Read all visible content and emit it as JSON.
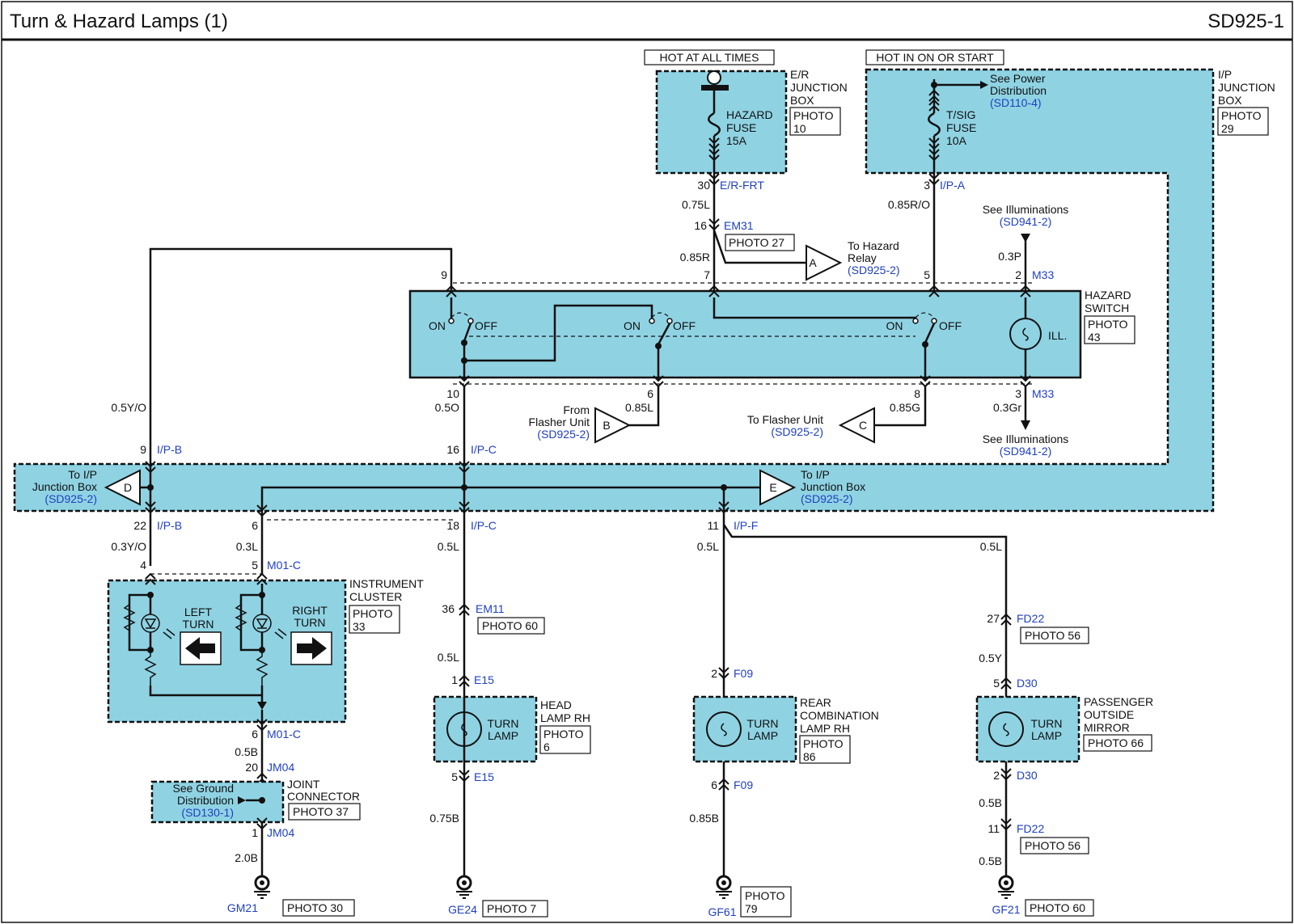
{
  "header": {
    "title": "Turn & Hazard Lamps (1)",
    "code": "SD925-1"
  },
  "power": {
    "hot_at_all_times": "HOT AT ALL TIMES",
    "hot_in_on_or_start": "HOT IN ON OR START",
    "er_box": [
      "E/R",
      "JUNCTION",
      "BOX"
    ],
    "er_photo": [
      "PHOTO",
      "10"
    ],
    "hazard_fuse": [
      "HAZARD",
      "FUSE",
      "15A"
    ],
    "ip_box": [
      "I/P",
      "JUNCTION",
      "BOX"
    ],
    "ip_photo": [
      "PHOTO",
      "29"
    ],
    "tsig_fuse": [
      "T/SIG",
      "FUSE",
      "10A"
    ],
    "see_power": [
      "See Power",
      "Distribution"
    ],
    "see_power_ref": "(SD110-4)"
  },
  "wires": {
    "hazard_feed": {
      "pin_top": "30",
      "conn_top": "E/R-FRT",
      "color1": "0.75L",
      "pin_mid": "16",
      "conn_mid": "EM31",
      "photo_mid": "PHOTO 27",
      "color2": "0.85R",
      "pin_sw": "7"
    },
    "tsig_feed": {
      "pin_top": "3",
      "conn_top": "I/P-A",
      "color": "0.85R/O",
      "pin_sw": "5"
    },
    "illum_in": {
      "see": "See Illuminations",
      "ref": "(SD941-2)",
      "color": "0.3P",
      "pin": "2",
      "conn": "M33"
    },
    "illum_out": {
      "pin": "3",
      "conn": "M33",
      "color": "0.3Gr",
      "see": "See Illuminations",
      "ref": "(SD941-2)"
    },
    "pin9": "9",
    "pin10": "10",
    "color10": "0.5O",
    "pin6": "6",
    "color6": "0.85L",
    "pin8": "8",
    "color8": "0.85G",
    "left_main": {
      "color": "0.5Y/O",
      "pin": "9",
      "conn": "I/P-B"
    },
    "ipc16": {
      "pin": "16",
      "conn": "I/P-C"
    },
    "ipb22": {
      "pin": "22",
      "conn": "I/P-B",
      "color": "0.3Y/O",
      "pin_ic": "4"
    },
    "m01c5": {
      "pin": "6",
      "color": "0.3L",
      "pin_ic": "5",
      "conn_ic": "M01-C"
    },
    "ipc18": {
      "pin": "18",
      "conn": "I/P-C",
      "color1": "0.5L",
      "pin2": "36",
      "conn2": "EM11",
      "photo2": "PHOTO 60",
      "color2": "0.5L",
      "pin3": "1",
      "conn3": "E15",
      "pin4": "5",
      "conn4": "E15",
      "color4": "0.75B",
      "ground": "GE24",
      "ground_photo": "PHOTO 7"
    },
    "ipf11": {
      "pin": "11",
      "conn": "I/P-F",
      "color1": "0.5L",
      "pin2": "2",
      "conn2": "F09",
      "pin3": "6",
      "conn3": "F09",
      "color3": "0.85B",
      "ground": "GF61",
      "ground_photo": [
        "PHOTO",
        "79"
      ]
    },
    "right": {
      "color1": "0.5L",
      "pin2": "27",
      "conn2": "FD22",
      "photo2": "PHOTO 56",
      "color2": "0.5Y",
      "pin3": "5",
      "conn3": "D30",
      "pin4": "2",
      "conn4": "D30",
      "color4": "0.5B",
      "pin5": "11",
      "conn5": "FD22",
      "photo5": "PHOTO 56",
      "color5": "0.5B",
      "ground": "GF21",
      "ground_photo": "PHOTO 60"
    },
    "cluster_out": {
      "pin": "6",
      "conn": "M01-C",
      "color": "0.5B",
      "pin2": "20",
      "conn2": "JM04",
      "pin3": "1",
      "conn3": "JM04",
      "color3": "2.0B",
      "ground": "GM21",
      "ground_photo": "PHOTO 30"
    }
  },
  "hazard_switch": {
    "label": [
      "HAZARD",
      "SWITCH"
    ],
    "photo": [
      "PHOTO",
      "43"
    ],
    "on": "ON",
    "off": "OFF",
    "ill": "ILL."
  },
  "references": {
    "A": {
      "letter": "A",
      "text": [
        "To Hazard",
        "Relay"
      ],
      "ref": "(SD925-2)"
    },
    "B": {
      "letter": "B",
      "text": [
        "From",
        "Flasher Unit"
      ],
      "ref": "(SD925-2)"
    },
    "C": {
      "letter": "C",
      "text": "To Flasher Unit",
      "ref": "(SD925-2)"
    },
    "D": {
      "letter": "D",
      "text": [
        "To I/P",
        "Junction Box"
      ],
      "ref": "(SD925-2)"
    },
    "E": {
      "letter": "E",
      "text": [
        "To I/P",
        "Junction Box"
      ],
      "ref": "(SD925-2)"
    }
  },
  "cluster": {
    "label": [
      "INSTRUMENT",
      "CLUSTER"
    ],
    "photo": [
      "PHOTO",
      "33"
    ],
    "left": [
      "LEFT",
      "TURN"
    ],
    "right": [
      "RIGHT",
      "TURN"
    ]
  },
  "joint": {
    "label": [
      "JOINT",
      "CONNECTOR"
    ],
    "photo": "PHOTO 37",
    "see": [
      "See Ground",
      "Distribution"
    ],
    "ref": "(SD130-1)"
  },
  "lamps": {
    "head": {
      "name": [
        "TURN",
        "LAMP"
      ],
      "label": [
        "HEAD",
        "LAMP RH"
      ],
      "photo": [
        "PHOTO",
        "6"
      ]
    },
    "rear": {
      "name": [
        "TURN",
        "LAMP"
      ],
      "label": [
        "REAR",
        "COMBINATION",
        "LAMP RH"
      ],
      "photo": [
        "PHOTO",
        "86"
      ]
    },
    "mirror": {
      "name": [
        "TURN",
        "LAMP"
      ],
      "label": [
        "PASSENGER",
        "OUTSIDE",
        "MIRROR"
      ],
      "photo": "PHOTO 66"
    }
  }
}
